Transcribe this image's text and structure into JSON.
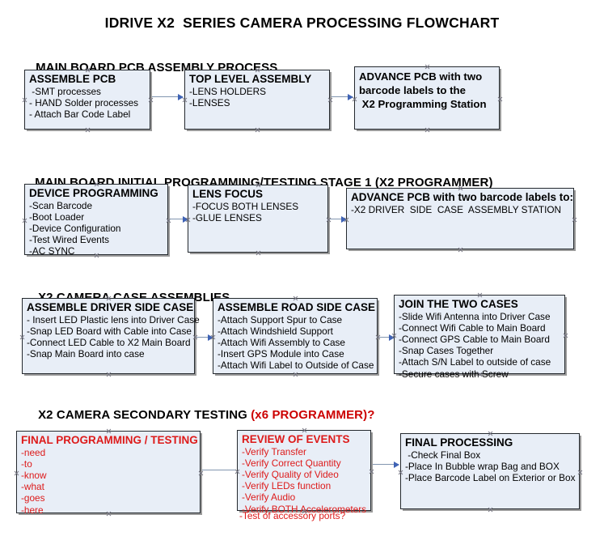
{
  "document": {
    "title": "IDRIVE X2  SERIES CAMERA PROCESSING FLOWCHART"
  },
  "colors": {
    "box_fill": "#e8eef7",
    "box_border": "#24292e",
    "accent_red": "#dd1a1a",
    "connector": "#8296b0",
    "arrow_head": "#3f63b5"
  },
  "sections": [
    {
      "id": "main-board-pcb-assembly",
      "heading": "MAIN BOARD PCB ASSEMBLY PROCESS",
      "heading_accent": "",
      "boxes": [
        {
          "id": "assemble-pcb",
          "title": "ASSEMBLE PCB",
          "lines": [
            " -SMT processes",
            "- HAND Solder processes",
            "- Attach Bar Code Label"
          ]
        },
        {
          "id": "top-level-assembly",
          "title": "TOP LEVEL ASSEMBLY",
          "lines": [
            "-LENS HOLDERS",
            "-LENSES"
          ]
        },
        {
          "id": "advance-pcb-programming-station",
          "title": "ADVANCE PCB with two\nbarcode labels to the\n X2 Programming Station",
          "lines": []
        }
      ]
    },
    {
      "id": "main-board-initial-programming",
      "heading": "MAIN BOARD INITIAL PROGRAMMING/TESTING STAGE 1 (X2 PROGRAMMER)",
      "heading_accent": "",
      "boxes": [
        {
          "id": "device-programming",
          "title": "DEVICE PROGRAMMING",
          "lines": [
            "-Scan Barcode",
            "-Boot Loader",
            "-Device Configuration",
            "-Test Wired Events",
            "-AC SYNC"
          ]
        },
        {
          "id": "lens-focus",
          "title": "LENS FOCUS",
          "lines": [
            "-FOCUS BOTH LENSES",
            "-GLUE LENSES"
          ]
        },
        {
          "id": "advance-pcb-driver-side-case",
          "title": "ADVANCE PCB with two barcode labels to:",
          "lines": [
            "-X2 DRIVER  SIDE  CASE  ASSEMBLY STATION"
          ]
        }
      ]
    },
    {
      "id": "x2-camera-case-assemblies",
      "heading": "X2 CAMERA CASE ASSEMBLIES",
      "heading_accent": "",
      "boxes": [
        {
          "id": "assemble-driver-side-case",
          "title": "ASSEMBLE DRIVER SIDE CASE",
          "lines": [
            "- Insert LED Plastic lens into Driver Case",
            "-Snap LED Board with Cable into Case",
            "-Connect LED Cable to X2 Main Board",
            "-Snap Main Board into case"
          ]
        },
        {
          "id": "assemble-road-side-case",
          "title": "ASSEMBLE ROAD SIDE CASE",
          "lines": [
            "-Attach Support Spur to Case",
            "-Attach Windshield Support",
            "-Attach Wifi Assembly to Case",
            "-Insert GPS Module into Case",
            "-Attach Wifi Label to Outside of Case"
          ]
        },
        {
          "id": "join-the-two-cases",
          "title": "JOIN THE TWO CASES",
          "lines": [
            "-Slide Wifi Antenna into Driver Case",
            "-Connect Wifi Cable to Main Board",
            "-Connect GPS Cable to Main Board",
            "-Snap Cases Together",
            "-Attach S/N Label to outside of case",
            "-Secure cases with Screw"
          ]
        }
      ]
    },
    {
      "id": "x2-camera-secondary-testing",
      "heading": "X2 CAMERA SECONDARY TESTING ",
      "heading_accent": "(x6 PROGRAMMER)?",
      "boxes": [
        {
          "id": "final-programming-testing",
          "title": "FINAL PROGRAMMING / TESTING",
          "lines": [
            "-need",
            "-to",
            "-know",
            "-what",
            "-goes",
            "-here"
          ]
        },
        {
          "id": "review-of-events",
          "title": "REVIEW OF EVENTS",
          "lines": [
            "-Verify Transfer",
            "-Verify Correct Quantity",
            "-Verify Quality of Video",
            "-Verify LEDs function",
            "-Verify Audio",
            "-Verify BOTH Accelerometers"
          ],
          "overflow_line": "-Test of accessory ports?"
        },
        {
          "id": "final-processing",
          "title": "FINAL PROCESSING",
          "lines": [
            " -Check Final Box",
            "-Place In Bubble wrap Bag and BOX",
            "-Place Barcode Label on Exterior or Box"
          ]
        }
      ]
    }
  ]
}
